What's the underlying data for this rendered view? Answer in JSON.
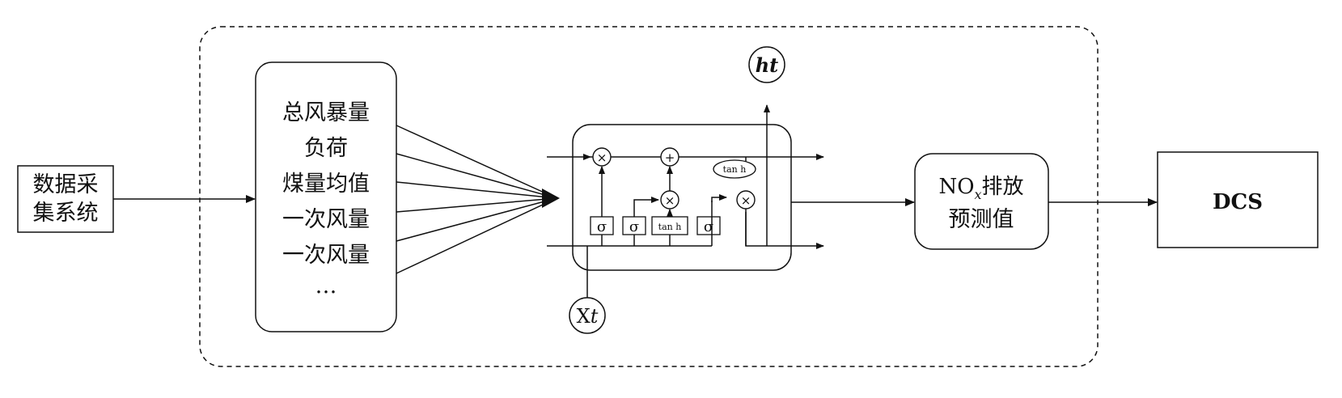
{
  "data_source": {
    "label_line1": "数据采",
    "label_line2": "集系统"
  },
  "features": {
    "items": [
      "总风暴量",
      "负荷",
      "煤量均值",
      "一次风量",
      "一次风量",
      "…"
    ]
  },
  "lstm": {
    "input_label_main": "X",
    "input_label_sub": "t",
    "output_label": "ht",
    "gates": [
      "σ",
      "σ",
      "tan h",
      "σ"
    ],
    "tanh_label": "tan h",
    "multiply_symbol": "×",
    "add_symbol": "+"
  },
  "prediction": {
    "line1_prefix": "NO",
    "line1_sub": "x",
    "line1_suffix": "排放",
    "line2": "预测值"
  },
  "dcs": {
    "label": "DCS"
  }
}
